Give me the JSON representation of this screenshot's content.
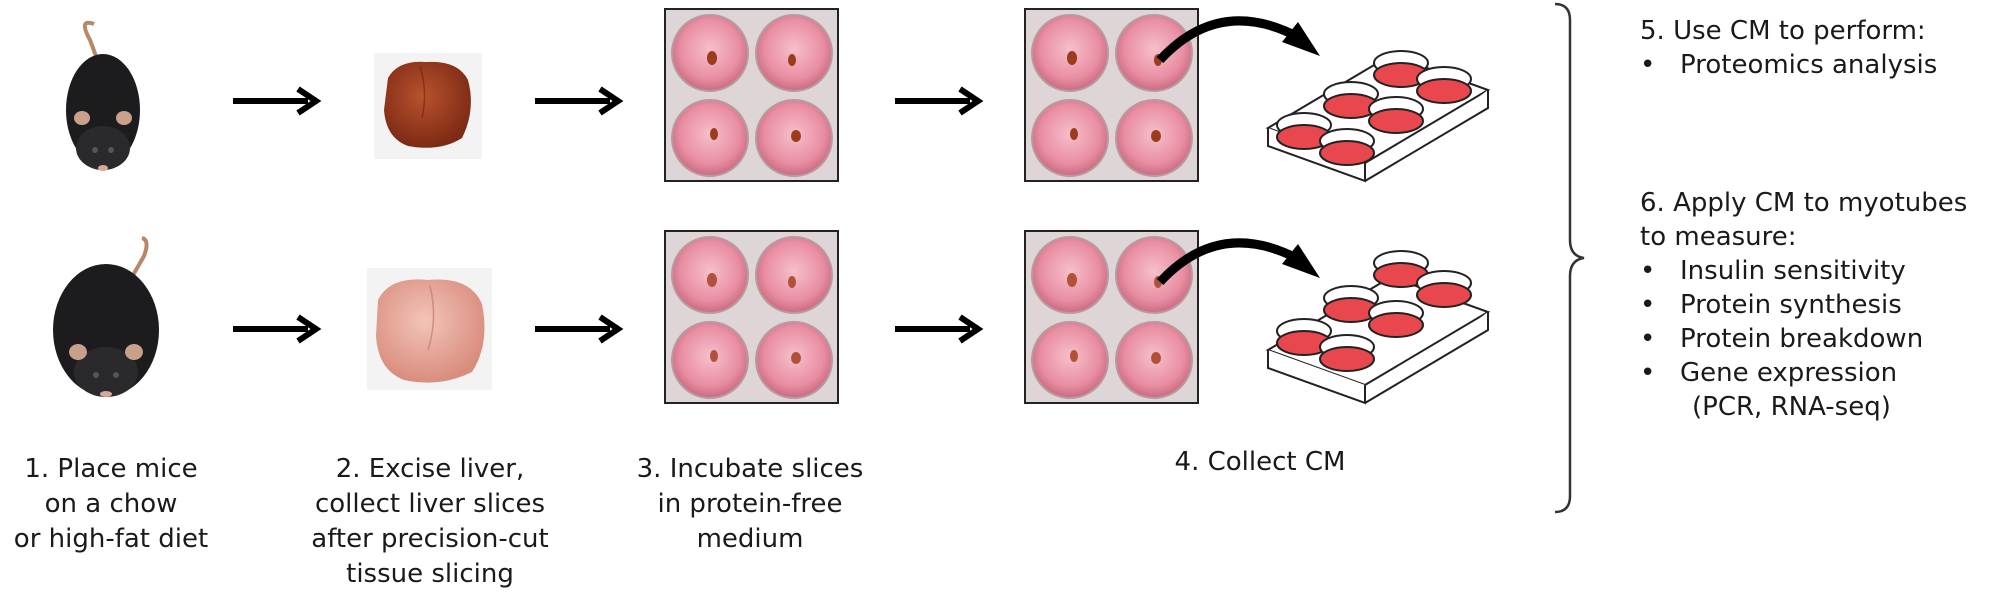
{
  "steps": {
    "step1": [
      "1. Place mice",
      "on a chow",
      "or high-fat diet"
    ],
    "step2": [
      "2. Excise liver,",
      "collect liver  slices",
      "after precision-cut",
      "tissue slicing"
    ],
    "step3": [
      "3. Incubate slices",
      "in protein-free",
      "medium"
    ],
    "step4": "4. Collect CM"
  },
  "right_panel": {
    "step5_heading": "5. Use CM to perform:",
    "step5_items": [
      "Proteomics analysis"
    ],
    "step6_heading": "6. Apply CM to myotubes",
    "step6_subheading": "to measure:",
    "step6_items": [
      "Insulin sensitivity",
      "Protein synthesis",
      "Protein breakdown",
      "Gene expression"
    ],
    "step6_note": "(PCR, RNA-seq)"
  },
  "colors": {
    "mouse": "#1c1c1e",
    "liver_chow": "#9c3b1e",
    "liver_hfd": "#e4a89a",
    "medium_pink": "#e98ea3",
    "plate_well_red": "#e8474e",
    "arrow": "#000000"
  }
}
